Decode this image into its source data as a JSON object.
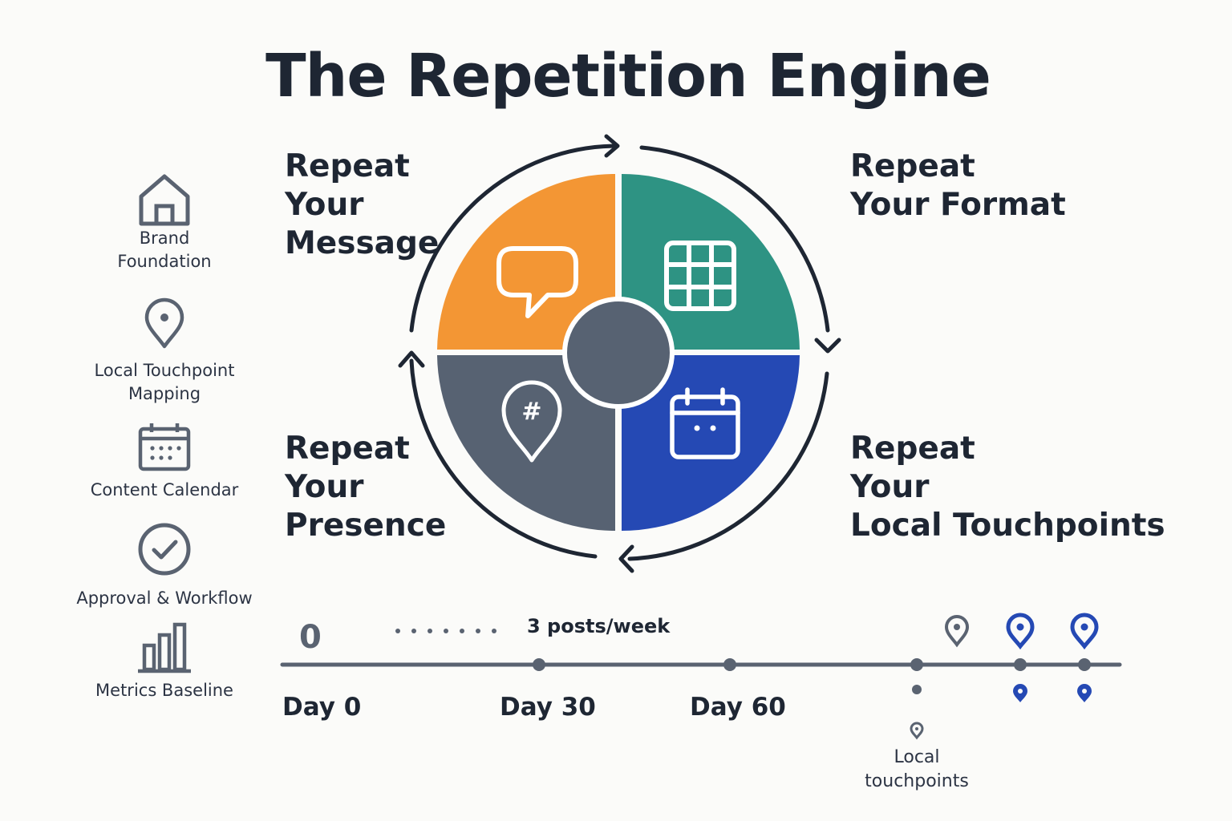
{
  "title": "The Repetition Engine",
  "sidebar": {
    "items": [
      {
        "label": "Brand\nFoundation",
        "icon": "house-icon"
      },
      {
        "label": "Local Touchpoint\nMapping",
        "icon": "map-pin-icon"
      },
      {
        "label": "Content Calendar",
        "icon": "calendar-icon"
      },
      {
        "label": "Approval & Workflow",
        "icon": "check-circle-icon"
      },
      {
        "label": "Metrics Baseline",
        "icon": "bar-chart-icon"
      }
    ]
  },
  "cycle": {
    "quadrants": [
      {
        "label": "Repeat\nYour\nMessage",
        "icon": "speech-bubble-icon",
        "color": "#f39634"
      },
      {
        "label": "Repeat\nYour Format",
        "icon": "grid-icon",
        "color": "#2e9383"
      },
      {
        "label": "Repeat\nYour\nLocal Touchpoints",
        "icon": "calendar-icon",
        "color": "#2549b4"
      },
      {
        "label": "Repeat\nYour\nPresence",
        "icon": "hashtag-pin-icon",
        "color": "#576272"
      }
    ],
    "hub_color": "#576272",
    "arrow_color": "#1e2633"
  },
  "timeline": {
    "start_value": "0",
    "rate_label": "3 posts/week",
    "milestones": [
      "Day 0",
      "Day 30",
      "Day 60"
    ],
    "local_label": "Local\ntouchpoints",
    "pin_colors": {
      "gray": "#5a6371",
      "blue": "#2549b4"
    },
    "line_color": "#5a6371"
  }
}
